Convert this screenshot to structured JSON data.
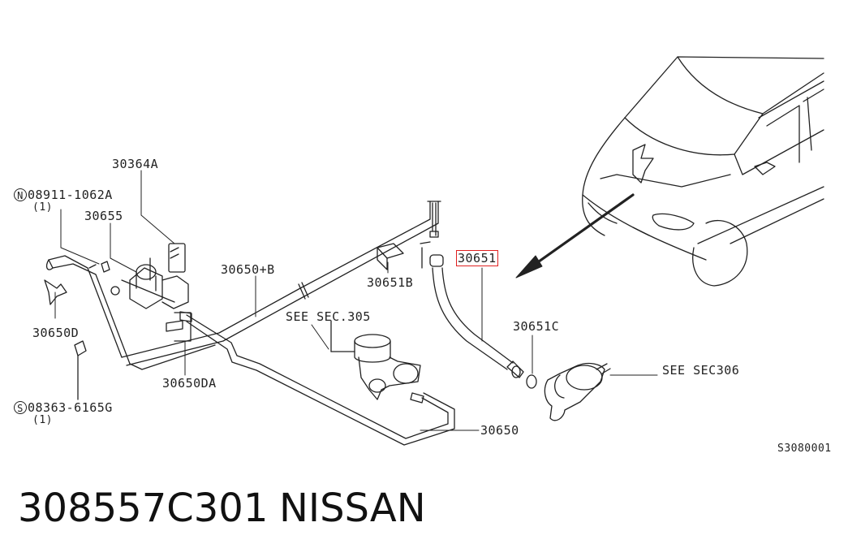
{
  "labels": {
    "p30364a": "30364A",
    "n_part": "08911-1062A",
    "n_symbol": "N",
    "n_qty": "(1)",
    "p30655": "30655",
    "p30650b": "30650+B",
    "p30651b": "30651B",
    "p30651": "30651",
    "see305": "SEE SEC.305",
    "p30650d": "30650D",
    "p30650da": "30650DA",
    "p30651c": "30651C",
    "see306": "SEE SEC306",
    "p30650": "30650",
    "s_part": "08363-6165G",
    "s_symbol": "S",
    "s_qty": "(1)"
  },
  "diagram_code": "S3080001",
  "footer": {
    "part_number": "308557C301",
    "brand": "NISSAN"
  },
  "colors": {
    "highlight": "#e02020",
    "line": "#222222"
  }
}
